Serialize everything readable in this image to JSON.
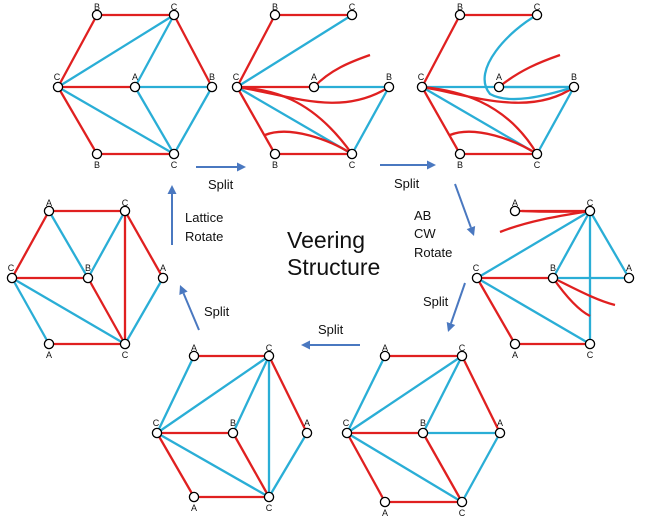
{
  "title_line1": "Veering",
  "title_line2": "Structure",
  "colors": {
    "red": "#e02020",
    "blue": "#2aaed6",
    "arrow": "#4a78c0",
    "node_fill": "#ffffff",
    "node_stroke": "#000000"
  },
  "captions": {
    "split_top_left": "Split",
    "split_top_right": "Split",
    "ab": "AB",
    "cw": "CW",
    "rotate_right": "Rotate",
    "split_right": "Split",
    "split_bottom": "Split",
    "split_left": "Split",
    "lattice": "Lattice",
    "rotate_left": "Rotate"
  },
  "panels": [
    {
      "id": "p1",
      "labels": [
        "B",
        "C",
        "C",
        "A",
        "B",
        "B",
        "C"
      ]
    },
    {
      "id": "p2",
      "labels": [
        "B",
        "C",
        "C",
        "A",
        "B",
        "B",
        "C"
      ]
    },
    {
      "id": "p3",
      "labels": [
        "B",
        "C",
        "C",
        "A",
        "B",
        "B",
        "C"
      ]
    },
    {
      "id": "p4",
      "labels": [
        "A",
        "C",
        "C",
        "B",
        "A",
        "A",
        "C"
      ]
    },
    {
      "id": "p5",
      "labels": [
        "A",
        "C",
        "C",
        "B",
        "A",
        "A",
        "C"
      ]
    },
    {
      "id": "p6",
      "labels": [
        "A",
        "C",
        "C",
        "B",
        "A",
        "A",
        "C"
      ]
    },
    {
      "id": "p7",
      "labels": [
        "A",
        "C",
        "C",
        "B",
        "A",
        "A",
        "C"
      ]
    }
  ]
}
